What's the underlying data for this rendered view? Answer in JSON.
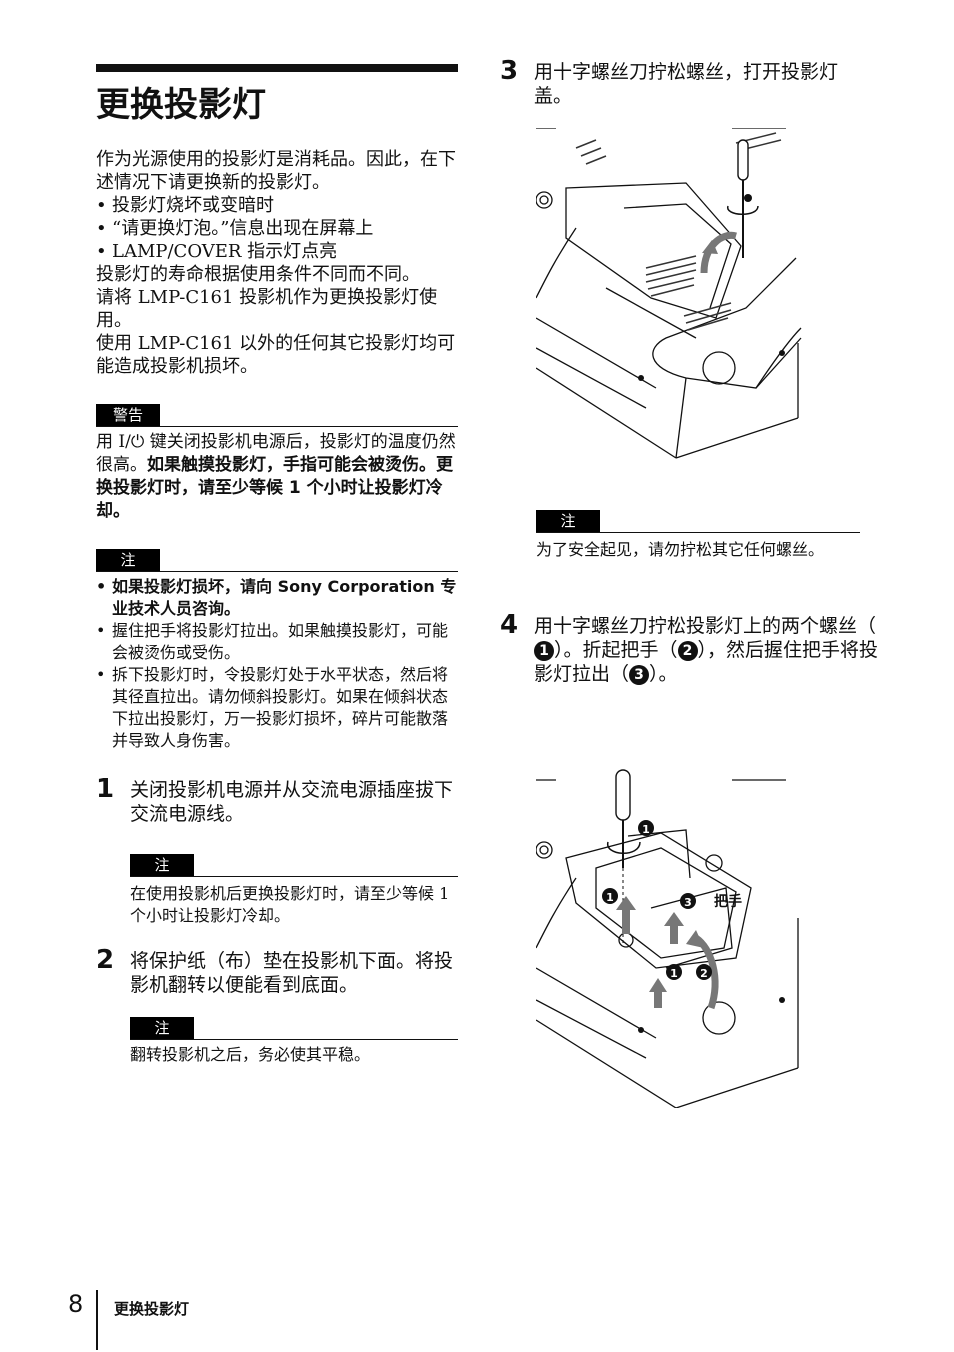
{
  "page": {
    "title": "更换投影灯",
    "intro": [
      "作为光源使用的投影灯是消耗品。因此，在下述情况下请更换新的投影灯。"
    ],
    "bullets": [
      "投影灯烧坏或变暗时",
      "“请更换灯泡。”信息出现在屏幕上",
      "LAMP/COVER 指示灯点亮"
    ],
    "after_bullets": [
      "投影灯的寿命根据使用条件不同而不同。",
      "请将 LMP-C161 投影机作为更换投影灯使用。",
      "使用 LMP-C161 以外的任何其它投影灯均可能造成投影机损坏。"
    ],
    "warning": {
      "label": "警告",
      "text_plain": "用 I/⏻ 键关闭投影机电源后，投影灯的温度仍然很高。",
      "text_bold": "如果触摸投影灯，手指可能会被烫伤。更换投影灯时，请至少等候 1 个小时让投影灯冷却。"
    },
    "note_main": {
      "label": "注",
      "item1_bold": "如果投影灯损坏，请向 Sony Corporation 专业技术人员咨询。",
      "item2": "握住把手将投影灯拉出。如果触摸投影灯，可能会被烫伤或受伤。",
      "item3": "拆下投影灯时，令投影灯处于水平状态，然后将其径直拉出。请勿倾斜投影灯。如果在倾斜状态下拉出投影灯，万一投影灯损坏，碎片可能散落并导致人身伤害。"
    },
    "step1": {
      "num": "1",
      "text": "关闭投影机电源并从交流电源插座拔下交流电源线。",
      "note_label": "注",
      "note": "在使用投影机后更换投影灯时，请至少等候 1 个小时让投影灯冷却。"
    },
    "step2": {
      "num": "2",
      "text": "将保护纸（布）垫在投影机下面。将投影机翻转以便能看到底面。",
      "note_label": "注",
      "note": "翻转投影机之后，务必使其平稳。"
    },
    "step3": {
      "num": "3",
      "text": "用十字螺丝刀拧松螺丝，打开投影灯盖。",
      "note_label": "注",
      "note": "为了安全起见，请勿拧松其它任何螺丝。"
    },
    "step4": {
      "num": "4",
      "text_a": "用十字螺丝刀拧松投影灯上的两个螺丝（",
      "c1": "1",
      "text_b": "）。折起把手（",
      "c2": "2",
      "text_c": "），然后握住把手将投影灯拉出（",
      "c3": "3",
      "text_d": "）。",
      "callout_handle": "把手",
      "callout_1": "1",
      "callout_2": "2",
      "callout_3": "3"
    },
    "footer": {
      "page_number": "8",
      "section": "更换投影灯"
    }
  }
}
